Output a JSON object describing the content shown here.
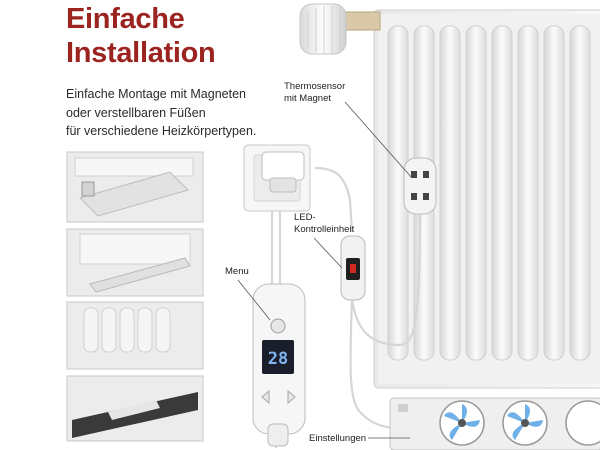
{
  "heading": {
    "line1": "Einfache",
    "line2": "Installation"
  },
  "description": {
    "line1": "Einfache Montage mit Magneten",
    "line2": "oder verstellbaren Füßen",
    "line3": "für verschiedene Heizkörpertypen."
  },
  "callouts": {
    "thermosensor_line1": "Thermosensor",
    "thermosensor_line2": "mit Magnet",
    "led_line1": "LED-",
    "led_line2": "Kontrolleinheit",
    "menu": "Menu",
    "einstellungen": "Einstellungen"
  },
  "display": {
    "value": "28"
  },
  "colors": {
    "heading": "#9b2420",
    "display_background": "#1a1d2a",
    "display_digits": "#7fb2ee",
    "led_indicator": "#d22a22",
    "fan_blades": "#6fb0e8"
  }
}
